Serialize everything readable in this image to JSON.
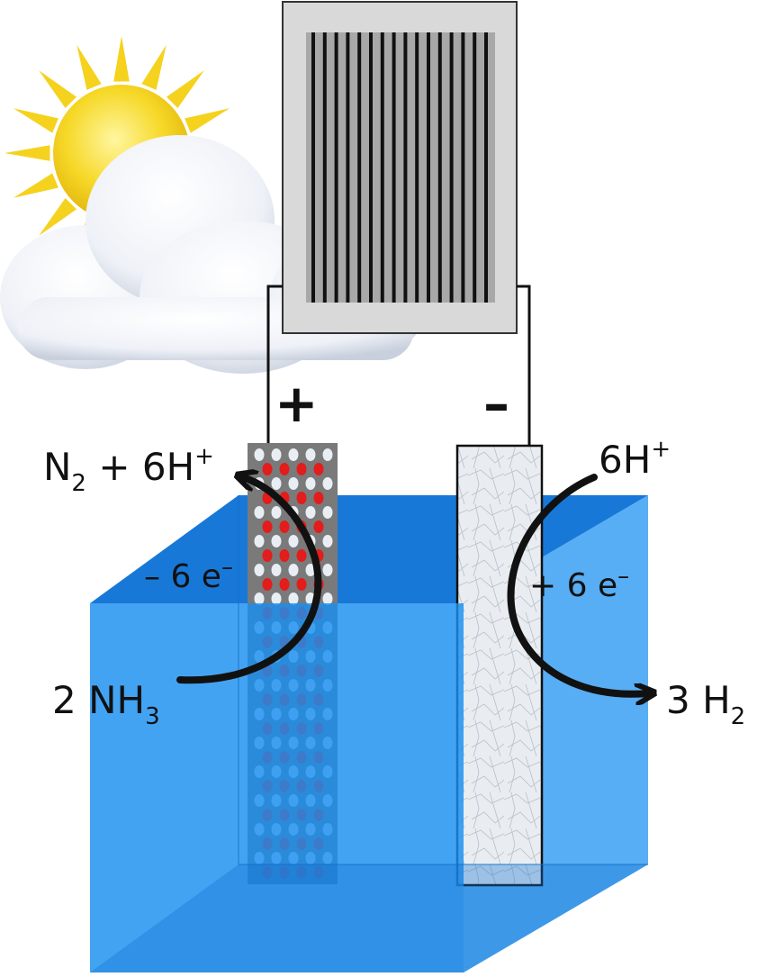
{
  "colors": {
    "water": "#1a8fe8",
    "water_dark": "#0b6fd0",
    "anode_dot_red": "#e31c1c",
    "anode_dot_light": "#e8eef4",
    "electrode_gray": "#808080",
    "panel_frame": "#d9d9d9",
    "panel_line": "#111111",
    "sun": "#f5d21e",
    "cloud": "#f4f6fa",
    "arrow": "#111111"
  },
  "icons": {
    "sun": "sun-icon",
    "cloud": "cloud-icon",
    "solar_panel": "solar-panel-icon"
  },
  "electrodes": {
    "anode_sign": "+",
    "cathode_sign": "–"
  },
  "reactions": {
    "anode_product": {
      "main": "N",
      "sub1": "2",
      "rest": " + 6H",
      "sup": "+"
    },
    "anode_electrons": {
      "text": "– 6 e",
      "sup": "–"
    },
    "anode_reactant": {
      "main": "2 NH",
      "sub": "3"
    },
    "cathode_reactant": {
      "main": "6H",
      "sup": "+"
    },
    "cathode_electrons": {
      "text": "+ 6 e",
      "sup": "–"
    },
    "cathode_product": {
      "main": "3 H",
      "sub": "2"
    }
  }
}
